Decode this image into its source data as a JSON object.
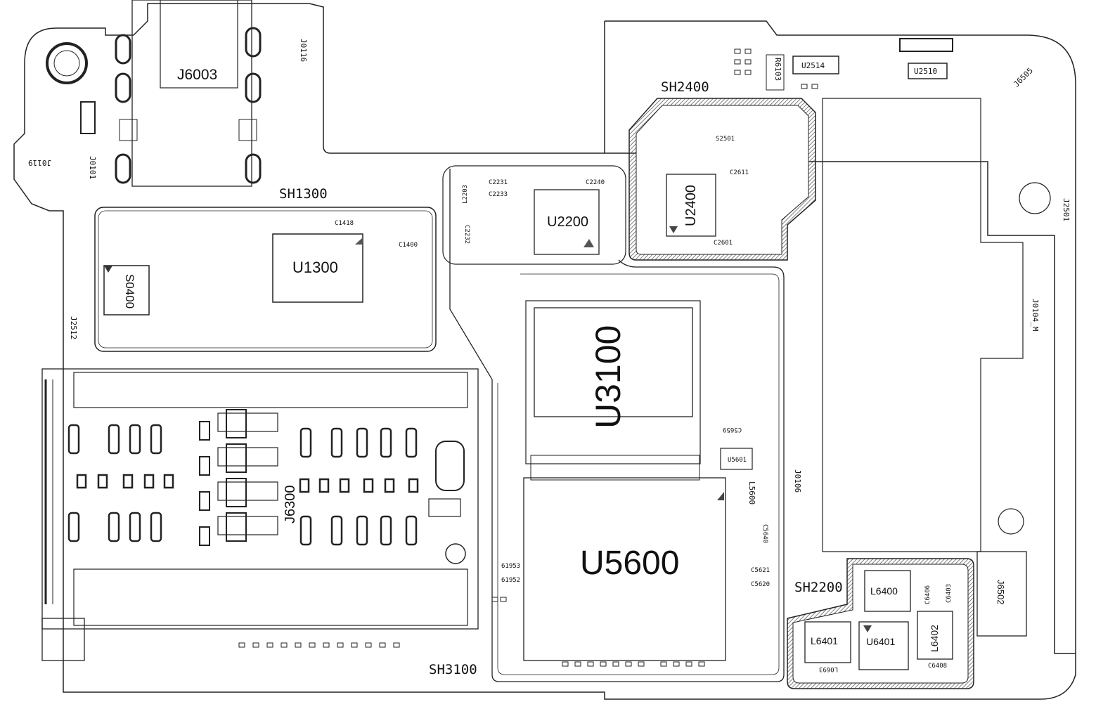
{
  "colors": {
    "line": "#222222",
    "background": "#ffffff",
    "hatch": "#555555"
  },
  "shields": {
    "sh1300": "SH1300",
    "sh2400": "SH2400",
    "sh2200": "SH2200",
    "sh3100": "SH3100"
  },
  "chips": {
    "u3100": "U3100",
    "u5600": "U5600",
    "u1300": "U1300",
    "u2200": "U2200",
    "u2400": "U2400",
    "s0400": "S0400",
    "j6003": "J6003",
    "j6300": "J6300",
    "l6400": "L6400",
    "l6401": "L6401",
    "u6401": "U6401",
    "l6402": "L6402",
    "j6502": "J6502"
  },
  "small_labels": {
    "j0116": "J0116",
    "j0119": "J0119",
    "j0101": "J0101",
    "j2512": "J2512",
    "j2501": "J2501",
    "j6505": "J6505",
    "j0106": "J0106",
    "j0104": "J0104_M",
    "r6103": "R6103",
    "u2514": "U2514",
    "u2510": "U2510",
    "s2501": "S2501",
    "c2611": "C2611",
    "c2601": "C2601",
    "c2231": "C2231",
    "c2233": "C2233",
    "c2240": "C2240",
    "l2203": "L2203",
    "c2232": "C2232",
    "c1418": "C1418",
    "c1400": "C1400",
    "u5601": "U5601",
    "l5600": "L5600",
    "c5659": "C5659",
    "c5640": "C5640",
    "c5621": "C5621",
    "c5620": "C5620",
    "c6406": "C6406",
    "c6403": "C6403",
    "c6408": "C6408",
    "l0693": "L0693",
    "r1953": "61953",
    "r1952": "61952"
  }
}
